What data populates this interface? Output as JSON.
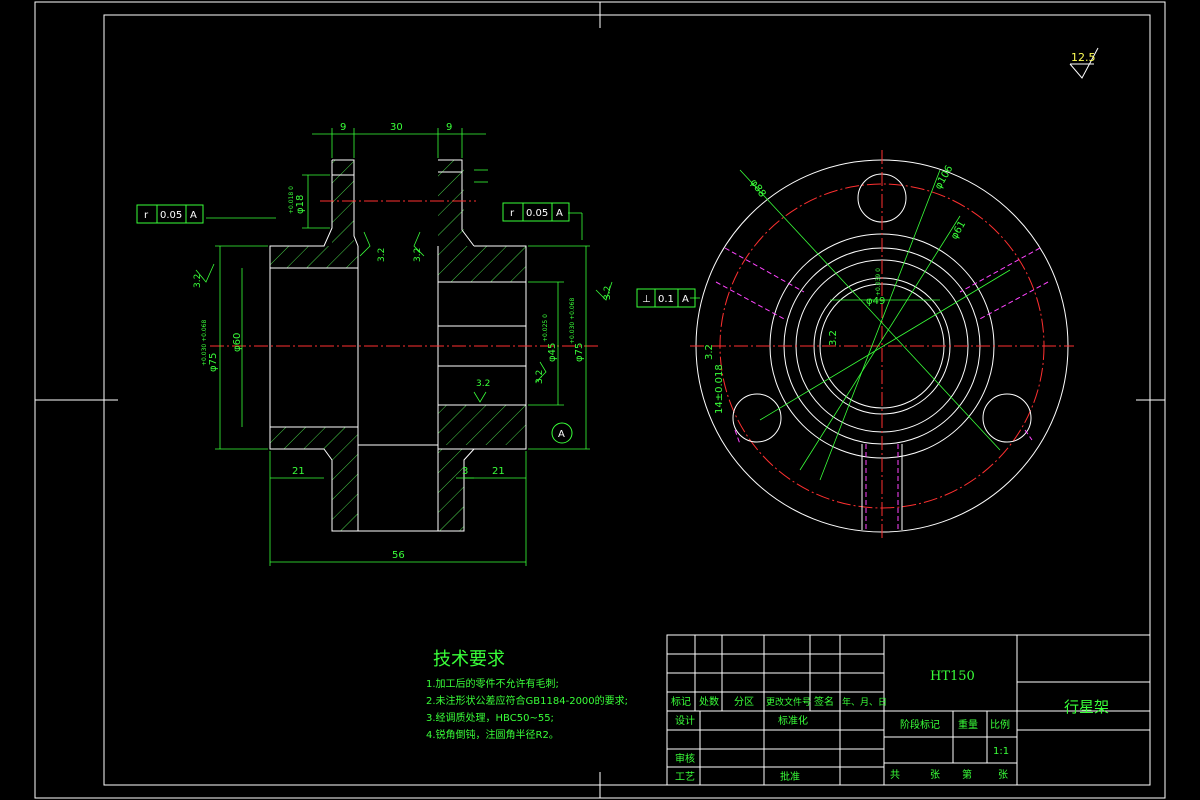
{
  "roughness_mark": "12.5",
  "dims": {
    "d9_left": "9",
    "d30": "30",
    "d9_right": "9",
    "d21_left": "21",
    "d21_right": "21",
    "d3": "3",
    "d56": "56",
    "phi18": "φ18",
    "phi18_tol": "+0.018 0",
    "phi60": "φ60",
    "phi75": "φ75",
    "phi75_tol": "+0.030 +0.068",
    "phi75_r": "φ75",
    "phi75_r_tol": "+0.030 +0.068",
    "phi45": "φ45",
    "phi45_tol": "+0.025 0",
    "phi88": "φ88",
    "phi106": "φ106",
    "phi61": "φ61",
    "phi49": "φ49",
    "phi49_tol": "+0.039 0",
    "d14": "14±0.018",
    "sur_32": "3.2"
  },
  "tolerance_frames": [
    {
      "symbol": "r",
      "value": "0.05",
      "datum": "A"
    },
    {
      "symbol": "r",
      "value": "0.05",
      "datum": "A"
    },
    {
      "symbol": "⊥",
      "value": "0.1",
      "datum": "A"
    }
  ],
  "datum_label": "A",
  "notes": {
    "title": "技术要求",
    "items": [
      "1.加工后的零件不允许有毛刺;",
      "2.未注形状公差应符合GB1184-2000的要求;",
      "3.经调质处理，HBC50~55;",
      "4.锐角倒钝，注圆角半径R2。"
    ]
  },
  "title_block": {
    "material": "HT150",
    "part_name": "行星架",
    "headers": [
      "标记",
      "处数",
      "分区",
      "更改文件号",
      "签名",
      "年、月、日"
    ],
    "design": "设计",
    "standardize": "标准化",
    "stage_mark": "阶段标记",
    "weight": "重量",
    "scale_label": "比例",
    "scale": "1:1",
    "review": "审核",
    "process": "工艺",
    "approve": "批准",
    "sheet_total": "共",
    "sheet_unit": "张",
    "sheet_no": "第",
    "sheet_unit2": "张"
  }
}
